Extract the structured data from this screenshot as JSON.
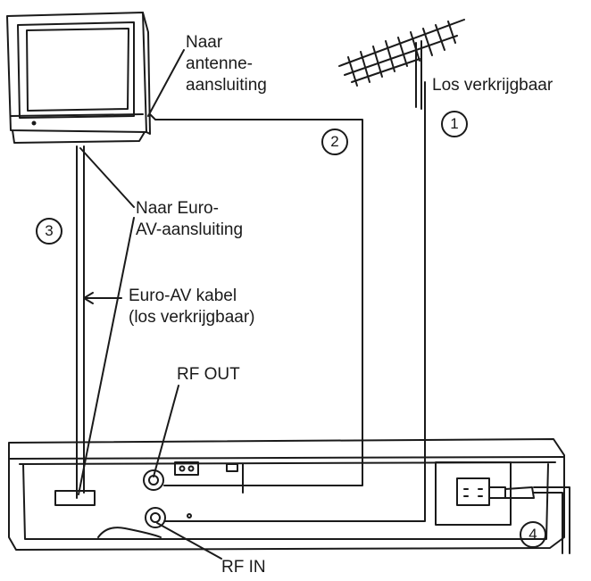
{
  "labels": {
    "antenna_connection": [
      "Naar",
      "antenne-",
      "aansluiting"
    ],
    "antenna_available": "Los verkrijgbaar",
    "euro_av_connection": [
      "Naar Euro-",
      "AV-aansluiting"
    ],
    "euro_av_cable": [
      "Euro-AV kabel",
      "(los verkrijgbaar)"
    ],
    "rf_out": "RF OUT",
    "rf_in": "RF IN"
  },
  "steps": [
    "1",
    "2",
    "3",
    "4"
  ]
}
